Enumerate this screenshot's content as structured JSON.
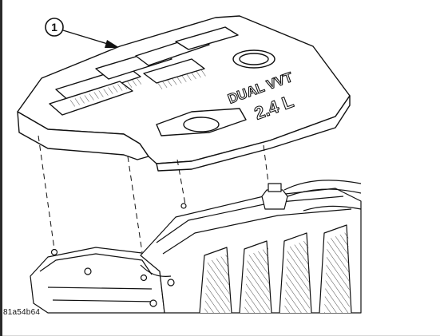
{
  "callout": {
    "number": "1"
  },
  "cover_lettering": {
    "line1": "DUAL VVT",
    "line2": "2.4 L"
  },
  "figure_id": "81a54b64",
  "colors": {
    "ink": "#111111",
    "background": "#ffffff",
    "edge": "#2a2a2a"
  }
}
